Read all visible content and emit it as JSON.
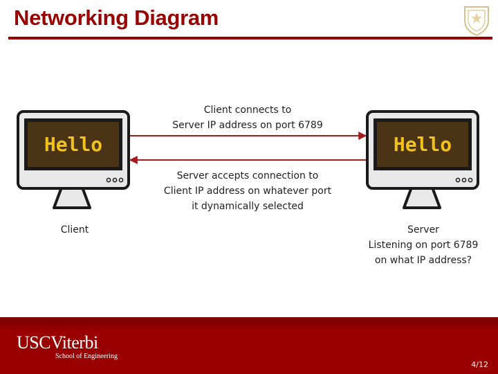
{
  "slide": {
    "title": "Networking Diagram",
    "page": "4/12"
  },
  "diagram": {
    "client_screen_text": "Hello",
    "server_screen_text": "Hello",
    "connect_label": [
      "Client connects to",
      "Server IP address on port 6789"
    ],
    "accept_label": [
      "Server accepts connection to",
      "Client IP address on whatever port",
      "it dynamically selected"
    ],
    "client_label": [
      "Client"
    ],
    "server_label": [
      "Server",
      "Listening on port 6789",
      "on what IP address?"
    ]
  },
  "footer": {
    "logo_usc": "USC",
    "logo_viterbi": "Viterbi",
    "logo_sub": "School of Engineering"
  },
  "colors": {
    "brand": "#990000",
    "arrow": "#a61c1c",
    "screen_bg": "#4a3415",
    "screen_text": "#f2c21b",
    "monitor_body": "#e8e8e8",
    "monitor_outline": "#1a1a1a"
  }
}
